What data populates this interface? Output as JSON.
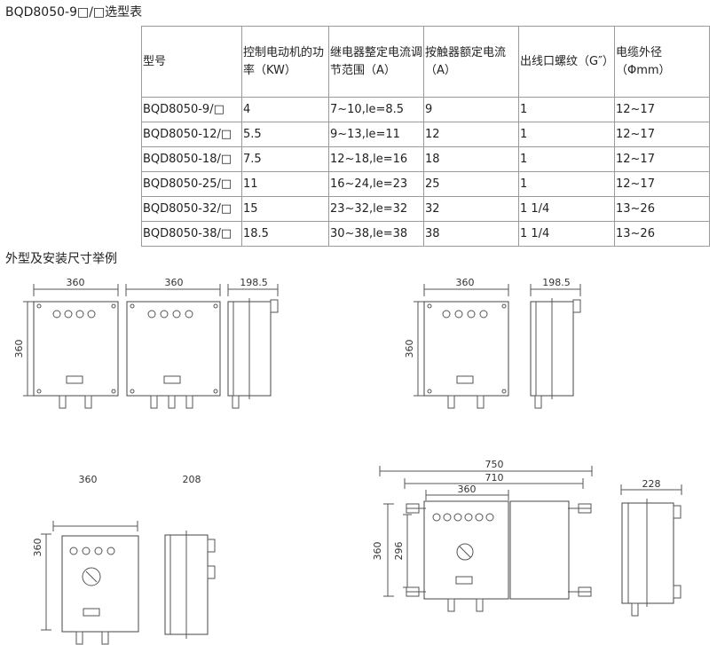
{
  "title": "BQD8050-9□/□选型表",
  "table": {
    "headers": [
      "型号",
      "控制电动机的功率（KW）",
      "继电器整定电流调节范围（A）",
      "按触器额定电流（A）",
      "出线口螺纹（G″）",
      "电缆外径（Φmm）"
    ],
    "rows": [
      [
        "BQD8050-9/□",
        "4",
        "7~10,le=8.5",
        "9",
        "1",
        "12~17"
      ],
      [
        "BQD8050-12/□",
        "5.5",
        "9~13,le=11",
        "12",
        "1",
        "12~17"
      ],
      [
        "BQD8050-18/□",
        "7.5",
        "12~18,le=16",
        "18",
        "1",
        "12~17"
      ],
      [
        "BQD8050-25/□",
        "11",
        "16~24,le=23",
        "25",
        "1",
        "12~17"
      ],
      [
        "BQD8050-32/□",
        "15",
        "23~32,le=32",
        "32",
        "1 1/4",
        "13~26"
      ],
      [
        "BQD8050-38/□",
        "18.5",
        "30~38,le=38",
        "38",
        "1 1/4",
        "13~26"
      ]
    ]
  },
  "drawings_title": "外型及安装尺寸举例",
  "dims": {
    "d1_w1": "360",
    "d1_w2": "360",
    "d1_h": "360",
    "d1_depth": "198.5",
    "d2_w": "360",
    "d2_h": "360",
    "d2_depth": "198.5",
    "d3_w": "360",
    "d3_h": "360",
    "d3_depth": "208",
    "d4_total": "750",
    "d4_inner": "710",
    "d4_w": "360",
    "d4_h": "360",
    "d4_h2": "296",
    "d4_depth": "228"
  }
}
